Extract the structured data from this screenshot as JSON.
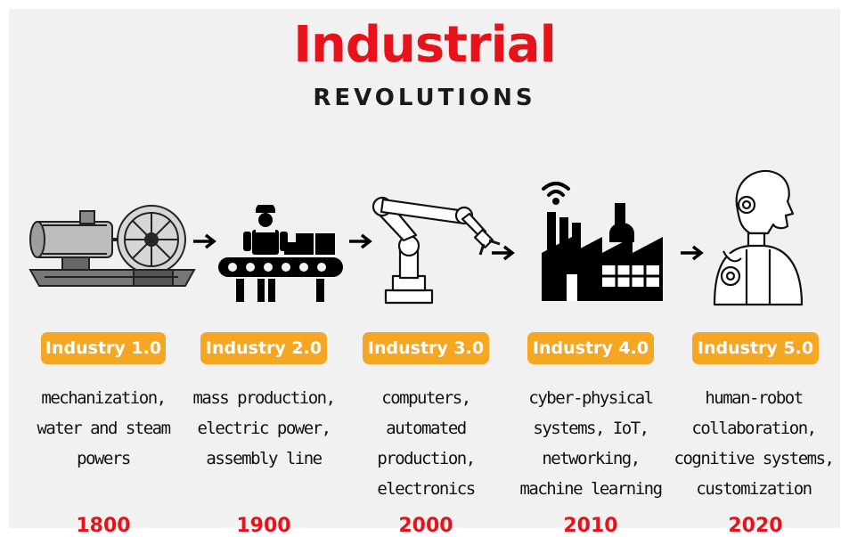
{
  "header": {
    "title": "Industrial",
    "subtitle": "REVOLUTIONS"
  },
  "colors": {
    "title_red": "#e8121b",
    "badge_orange": "#f5a623",
    "background": "#f1f1f1",
    "icon_black": "#000000"
  },
  "stages": [
    {
      "label": "Industry 1.0",
      "icon": "steam-engine-icon",
      "lines": [
        "mechanization,",
        "water and steam",
        "powers"
      ],
      "year": "1800"
    },
    {
      "label": "Industry 2.0",
      "icon": "assembly-line-worker-icon",
      "lines": [
        "mass production,",
        "electric power,",
        "assembly line"
      ],
      "year": "1900"
    },
    {
      "label": "Industry 3.0",
      "icon": "robotic-arm-icon",
      "lines": [
        "computers,",
        "automated",
        "production,",
        "electronics"
      ],
      "year": "2000"
    },
    {
      "label": "Industry 4.0",
      "icon": "smart-factory-icon",
      "lines": [
        "cyber-physical",
        "systems, IoT,",
        "networking,",
        "machine learning"
      ],
      "year": "2010"
    },
    {
      "label": "Industry 5.0",
      "icon": "humanoid-robot-icon",
      "lines": [
        "human-robot",
        "collaboration,",
        "cognitive systems,",
        "customization"
      ],
      "year": "2020"
    }
  ]
}
